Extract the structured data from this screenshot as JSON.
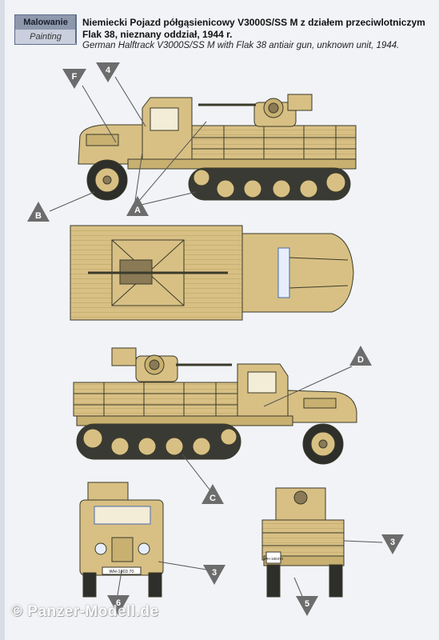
{
  "header": {
    "section_label": "Malowanie",
    "section_label_en": "Painting",
    "title_pl": "Niemiecki Pojazd półgąsienicowy V3000S/SS M z działem przeciwlotniczym Flak 38, nieznany oddział, 1944 r.",
    "title_en": "German Halftrack V3000S/SS M with Flak 38 antiair gun, unknown unit, 1944."
  },
  "callouts": {
    "F": "F",
    "four": "4",
    "A": "A",
    "B": "B",
    "D": "D",
    "C": "C",
    "three_front": "3",
    "three_rear": "3",
    "six": "6",
    "five": "5"
  },
  "plates": {
    "front": "WH-1803 70",
    "rear": "WH-180370"
  },
  "watermark": "© Panzer-Modell.de",
  "colors": {
    "dunkelgelb": "#d8c084",
    "outline": "#3a3a2a",
    "callout_grey": "#6c6c6c"
  }
}
